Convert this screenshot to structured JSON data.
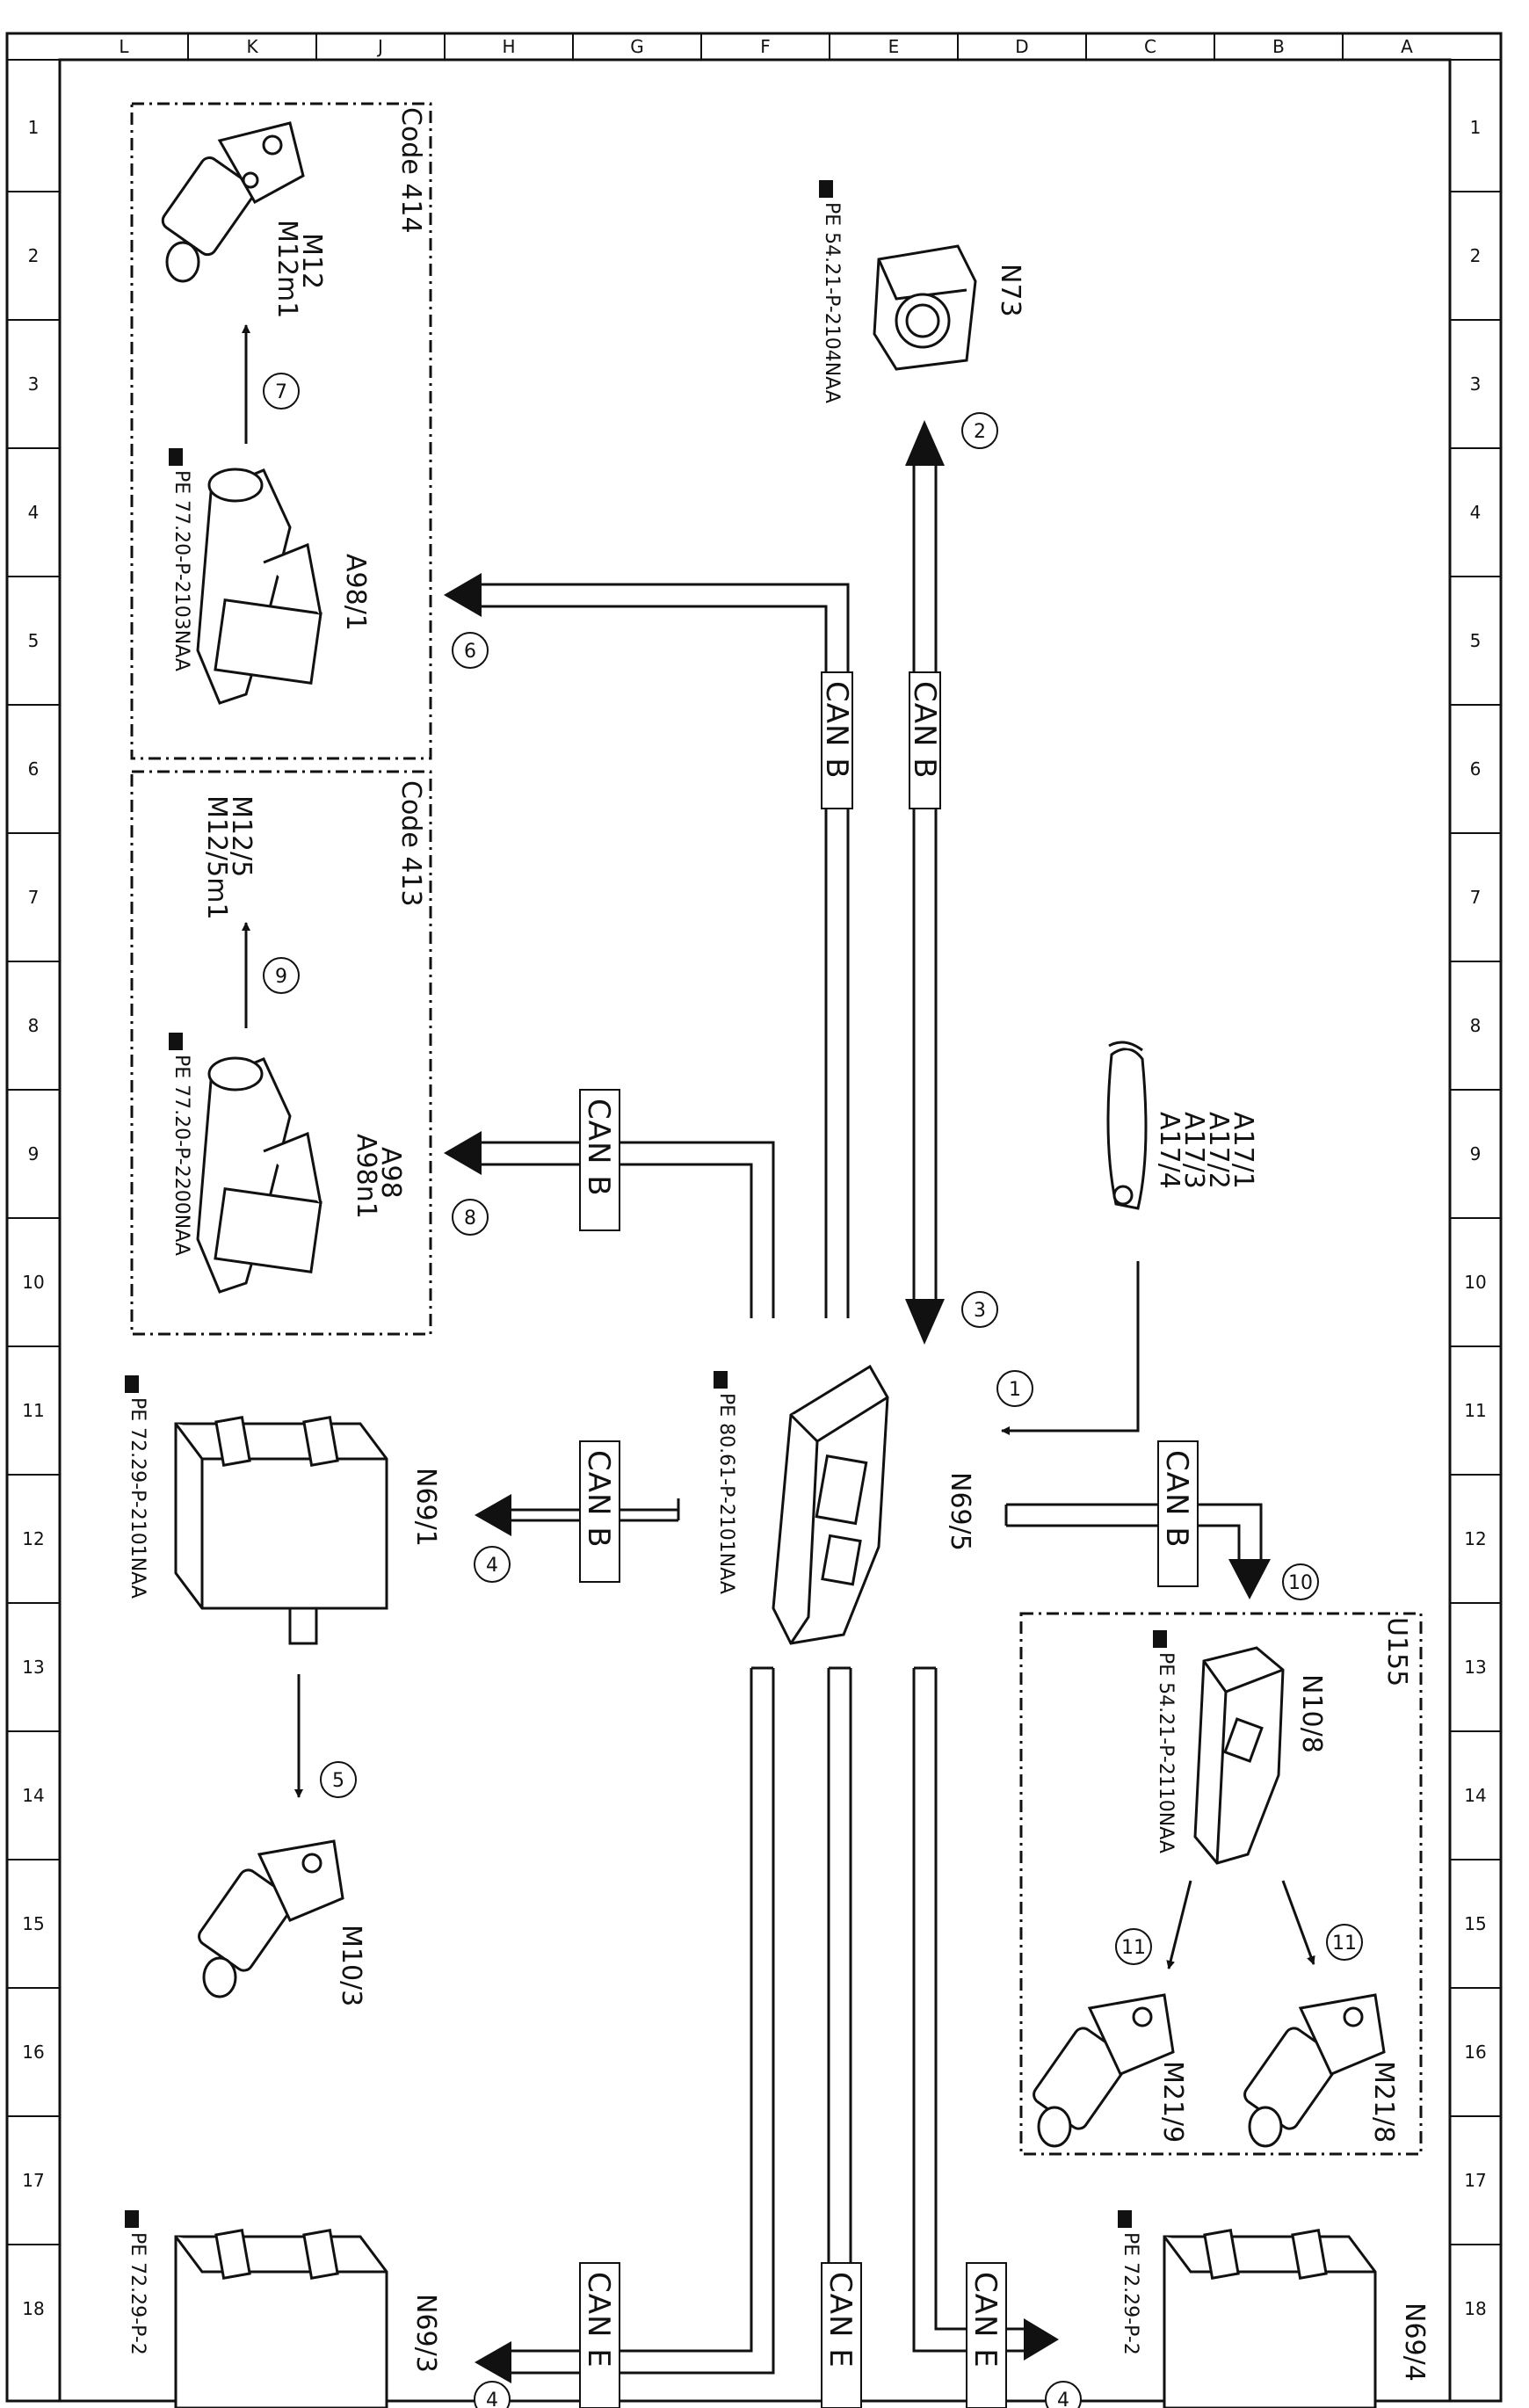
{
  "title_block": {
    "columns": [
      "L",
      "K",
      "J",
      "H",
      "G",
      "F",
      "E",
      "D",
      "C",
      "B",
      "A"
    ],
    "rows": [
      "1",
      "2",
      "3",
      "4",
      "5",
      "6",
      "7",
      "8",
      "9",
      "10",
      "11",
      "12",
      "13",
      "14",
      "15",
      "16",
      "17",
      "18"
    ]
  },
  "groups": {
    "code414": "Code 414",
    "code413": "Code 413",
    "u155": "U155"
  },
  "components": {
    "n73": "N73",
    "m12": "M12",
    "m12m1": "M12m1",
    "a98_1": "A98/1",
    "m12_5": "M12/5",
    "m12_5m1": "M12/5m1",
    "a98": "A98",
    "a98n1": "A98n1",
    "a17_1": "A17/1",
    "a17_2": "A17/2",
    "a17_3": "A17/3",
    "a17_4": "A17/4",
    "n69_5": "N69/5",
    "n69_1": "N69/1",
    "m10_3": "M10/3",
    "n10_8": "N10/8",
    "m21_9": "M21/9",
    "m21_8": "M21/8",
    "n69_3": "N69/3",
    "n69_4": "N69/4"
  },
  "references": {
    "pe_n73": "PE 54.21-P-2104NAA",
    "pe_a98_1": "PE 77.20-P-2103NAA",
    "pe_a98": "PE 77.20-P-2200NAA",
    "pe_n69_5": "PE 80.61-P-2101NAA",
    "pe_n69_1": "PE 72.29-P-2101NAA",
    "pe_n10_8": "PE 54.21-P-2110NAA",
    "pe_n69_3": "PE 72.29-P-2",
    "pe_n69_4": "PE 72.29-P-2"
  },
  "bus": {
    "can_b": "CAN B",
    "can_b_cut": "CAN E"
  },
  "steps": [
    "1",
    "2",
    "3",
    "4",
    "5",
    "6",
    "7",
    "8",
    "9",
    "10",
    "11",
    "11",
    "4",
    "4"
  ]
}
